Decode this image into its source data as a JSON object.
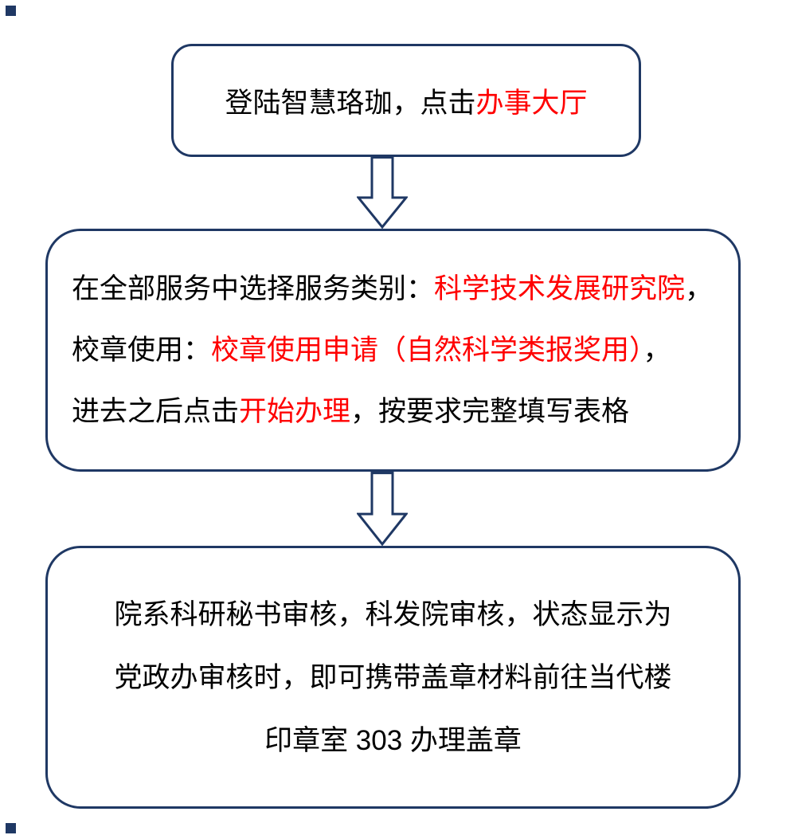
{
  "colors": {
    "border": "#1f3864",
    "highlight": "#ff0000",
    "text": "#000000",
    "background": "#ffffff"
  },
  "flow": {
    "boxes": [
      {
        "name": "step-1-login",
        "lines": [
          {
            "segments": [
              {
                "text": "登陆智慧珞珈，点击",
                "emphasis": false
              },
              {
                "text": "办事大厅",
                "emphasis": true
              }
            ]
          }
        ]
      },
      {
        "name": "step-2-select-service",
        "lines": [
          {
            "segments": [
              {
                "text": "在全部服务中选择服务类别：",
                "emphasis": false
              },
              {
                "text": "科学技术发展研究院",
                "emphasis": true
              },
              {
                "text": "，",
                "emphasis": false
              }
            ]
          },
          {
            "segments": [
              {
                "text": "校章使用：",
                "emphasis": false
              },
              {
                "text": "校章使用申请（自然科学类报奖用）",
                "emphasis": true
              },
              {
                "text": "，",
                "emphasis": false
              }
            ]
          },
          {
            "segments": [
              {
                "text": "进去之后点击",
                "emphasis": false
              },
              {
                "text": "开始办理",
                "emphasis": true
              },
              {
                "text": "，按要求完整填写表格",
                "emphasis": false
              }
            ]
          }
        ]
      },
      {
        "name": "step-3-review-and-stamp",
        "lines": [
          {
            "segments": [
              {
                "text": "院系科研秘书审核，科发院审核，状态显示为",
                "emphasis": false
              }
            ]
          },
          {
            "segments": [
              {
                "text": "党政办审核时，即可携带盖章材料前往当代楼",
                "emphasis": false
              }
            ]
          },
          {
            "segments": [
              {
                "text": "印章室 303 办理盖章",
                "emphasis": false
              }
            ]
          }
        ]
      }
    ]
  }
}
